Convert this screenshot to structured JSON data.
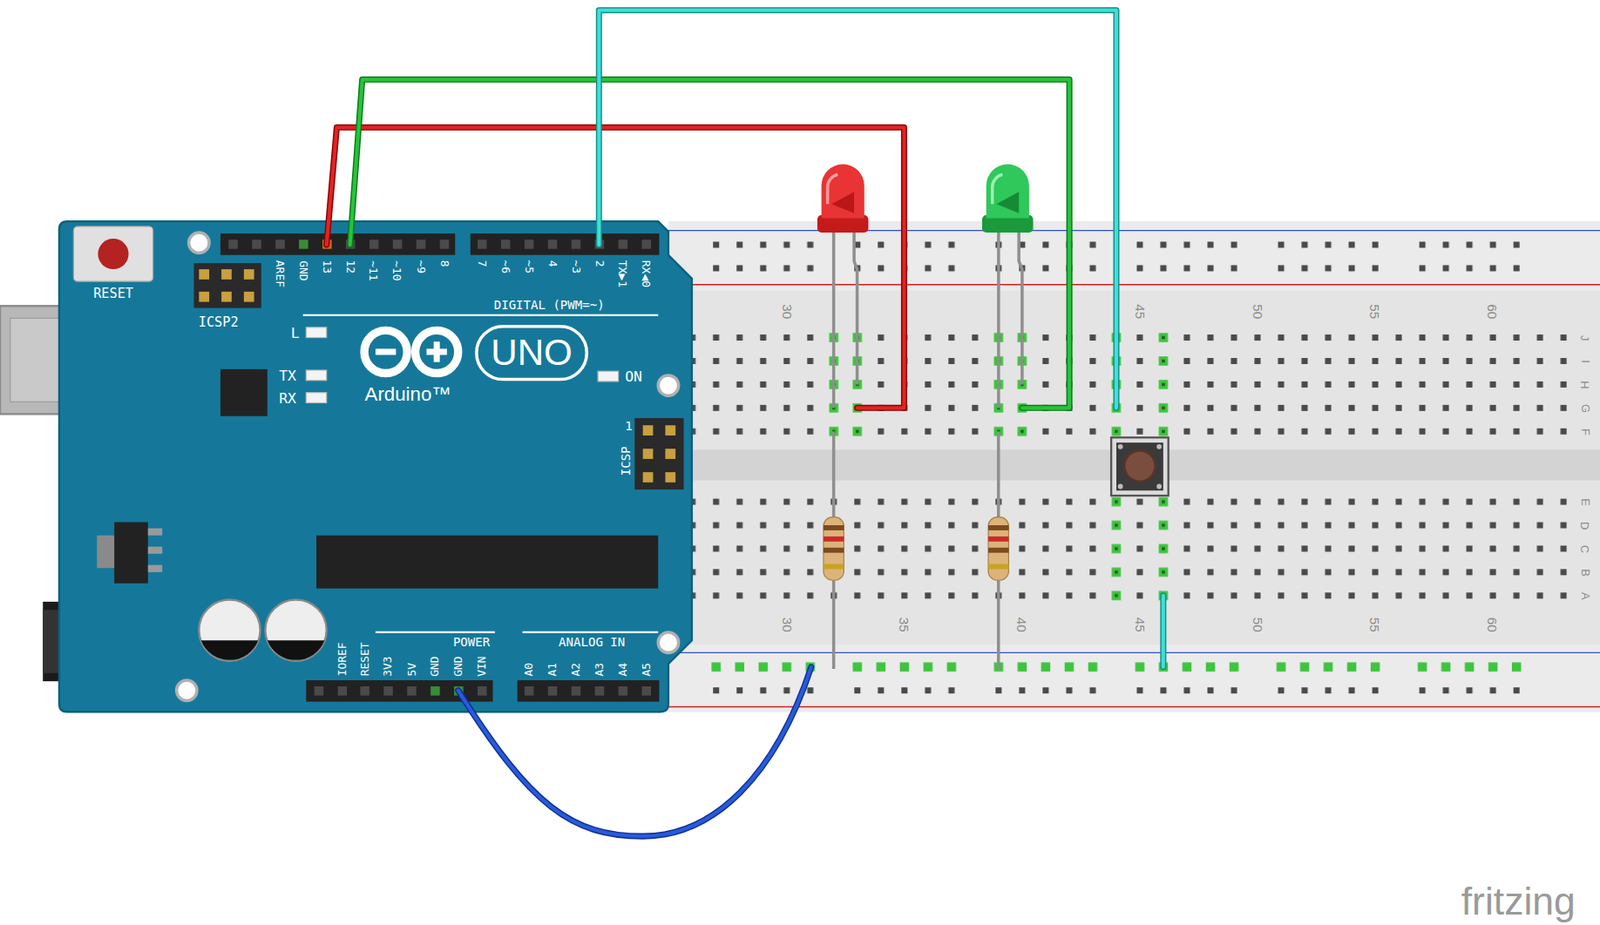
{
  "diagram": {
    "labels": [
      "RESET",
      "ICSP2",
      "AREF",
      "GND",
      "13",
      "12",
      "~11",
      "~10",
      "~9",
      "8",
      "7",
      "~6",
      "~5",
      "4",
      "~3",
      "2",
      "TX▶1",
      "RX◀0",
      "DIGITAL (PWM=~)",
      "L",
      "TX",
      "RX",
      "UNO",
      "Arduino™",
      "ON",
      "1",
      "ICSP",
      "IOREF",
      "RESET",
      "3V3",
      "5V",
      "GND",
      "GND",
      "VIN",
      "POWER",
      "ANALOG IN",
      "A0",
      "A1",
      "A2",
      "A3",
      "A4",
      "A5",
      "30",
      "45",
      "50",
      "55",
      "60",
      "30",
      "35",
      "40",
      "45",
      "50",
      "55",
      "60",
      "J",
      "I",
      "H",
      "G",
      "F",
      "E",
      "D",
      "C",
      "B",
      "A",
      "fritzing"
    ]
  }
}
